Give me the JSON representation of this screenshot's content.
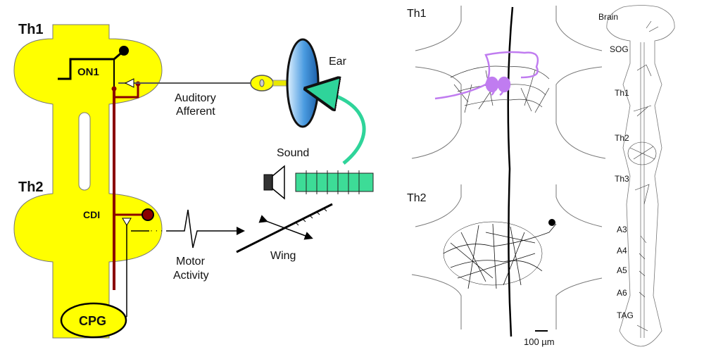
{
  "schematic": {
    "segment_top": "Th1",
    "segment_mid": "Th2",
    "on1": "ON1",
    "cdi": "CDI",
    "cpg": "CPG",
    "auditory_afferent_line1": "Auditory",
    "auditory_afferent_line2": "Afferent",
    "ear": "Ear",
    "sound": "Sound",
    "motor_line1": "Motor",
    "motor_line2": "Activity",
    "wing": "Wing",
    "ganglion_fill_color": "#ffff00",
    "cdi_neuron_color": "#8b0000",
    "ear_color": "#2b7fd4",
    "sound_wave_color": "#3ddc97",
    "arrow_color": "#2fd49a"
  },
  "micrograph": {
    "label_th1": "Th1",
    "label_th2": "Th2",
    "scale_bar": "100 µm",
    "highlight_color": "#c07cf0"
  },
  "cns": {
    "labels": [
      "Brain",
      "SOG",
      "Th1",
      "Th2",
      "Th3",
      "A3",
      "A4",
      "A5",
      "A6",
      "TAG"
    ]
  }
}
